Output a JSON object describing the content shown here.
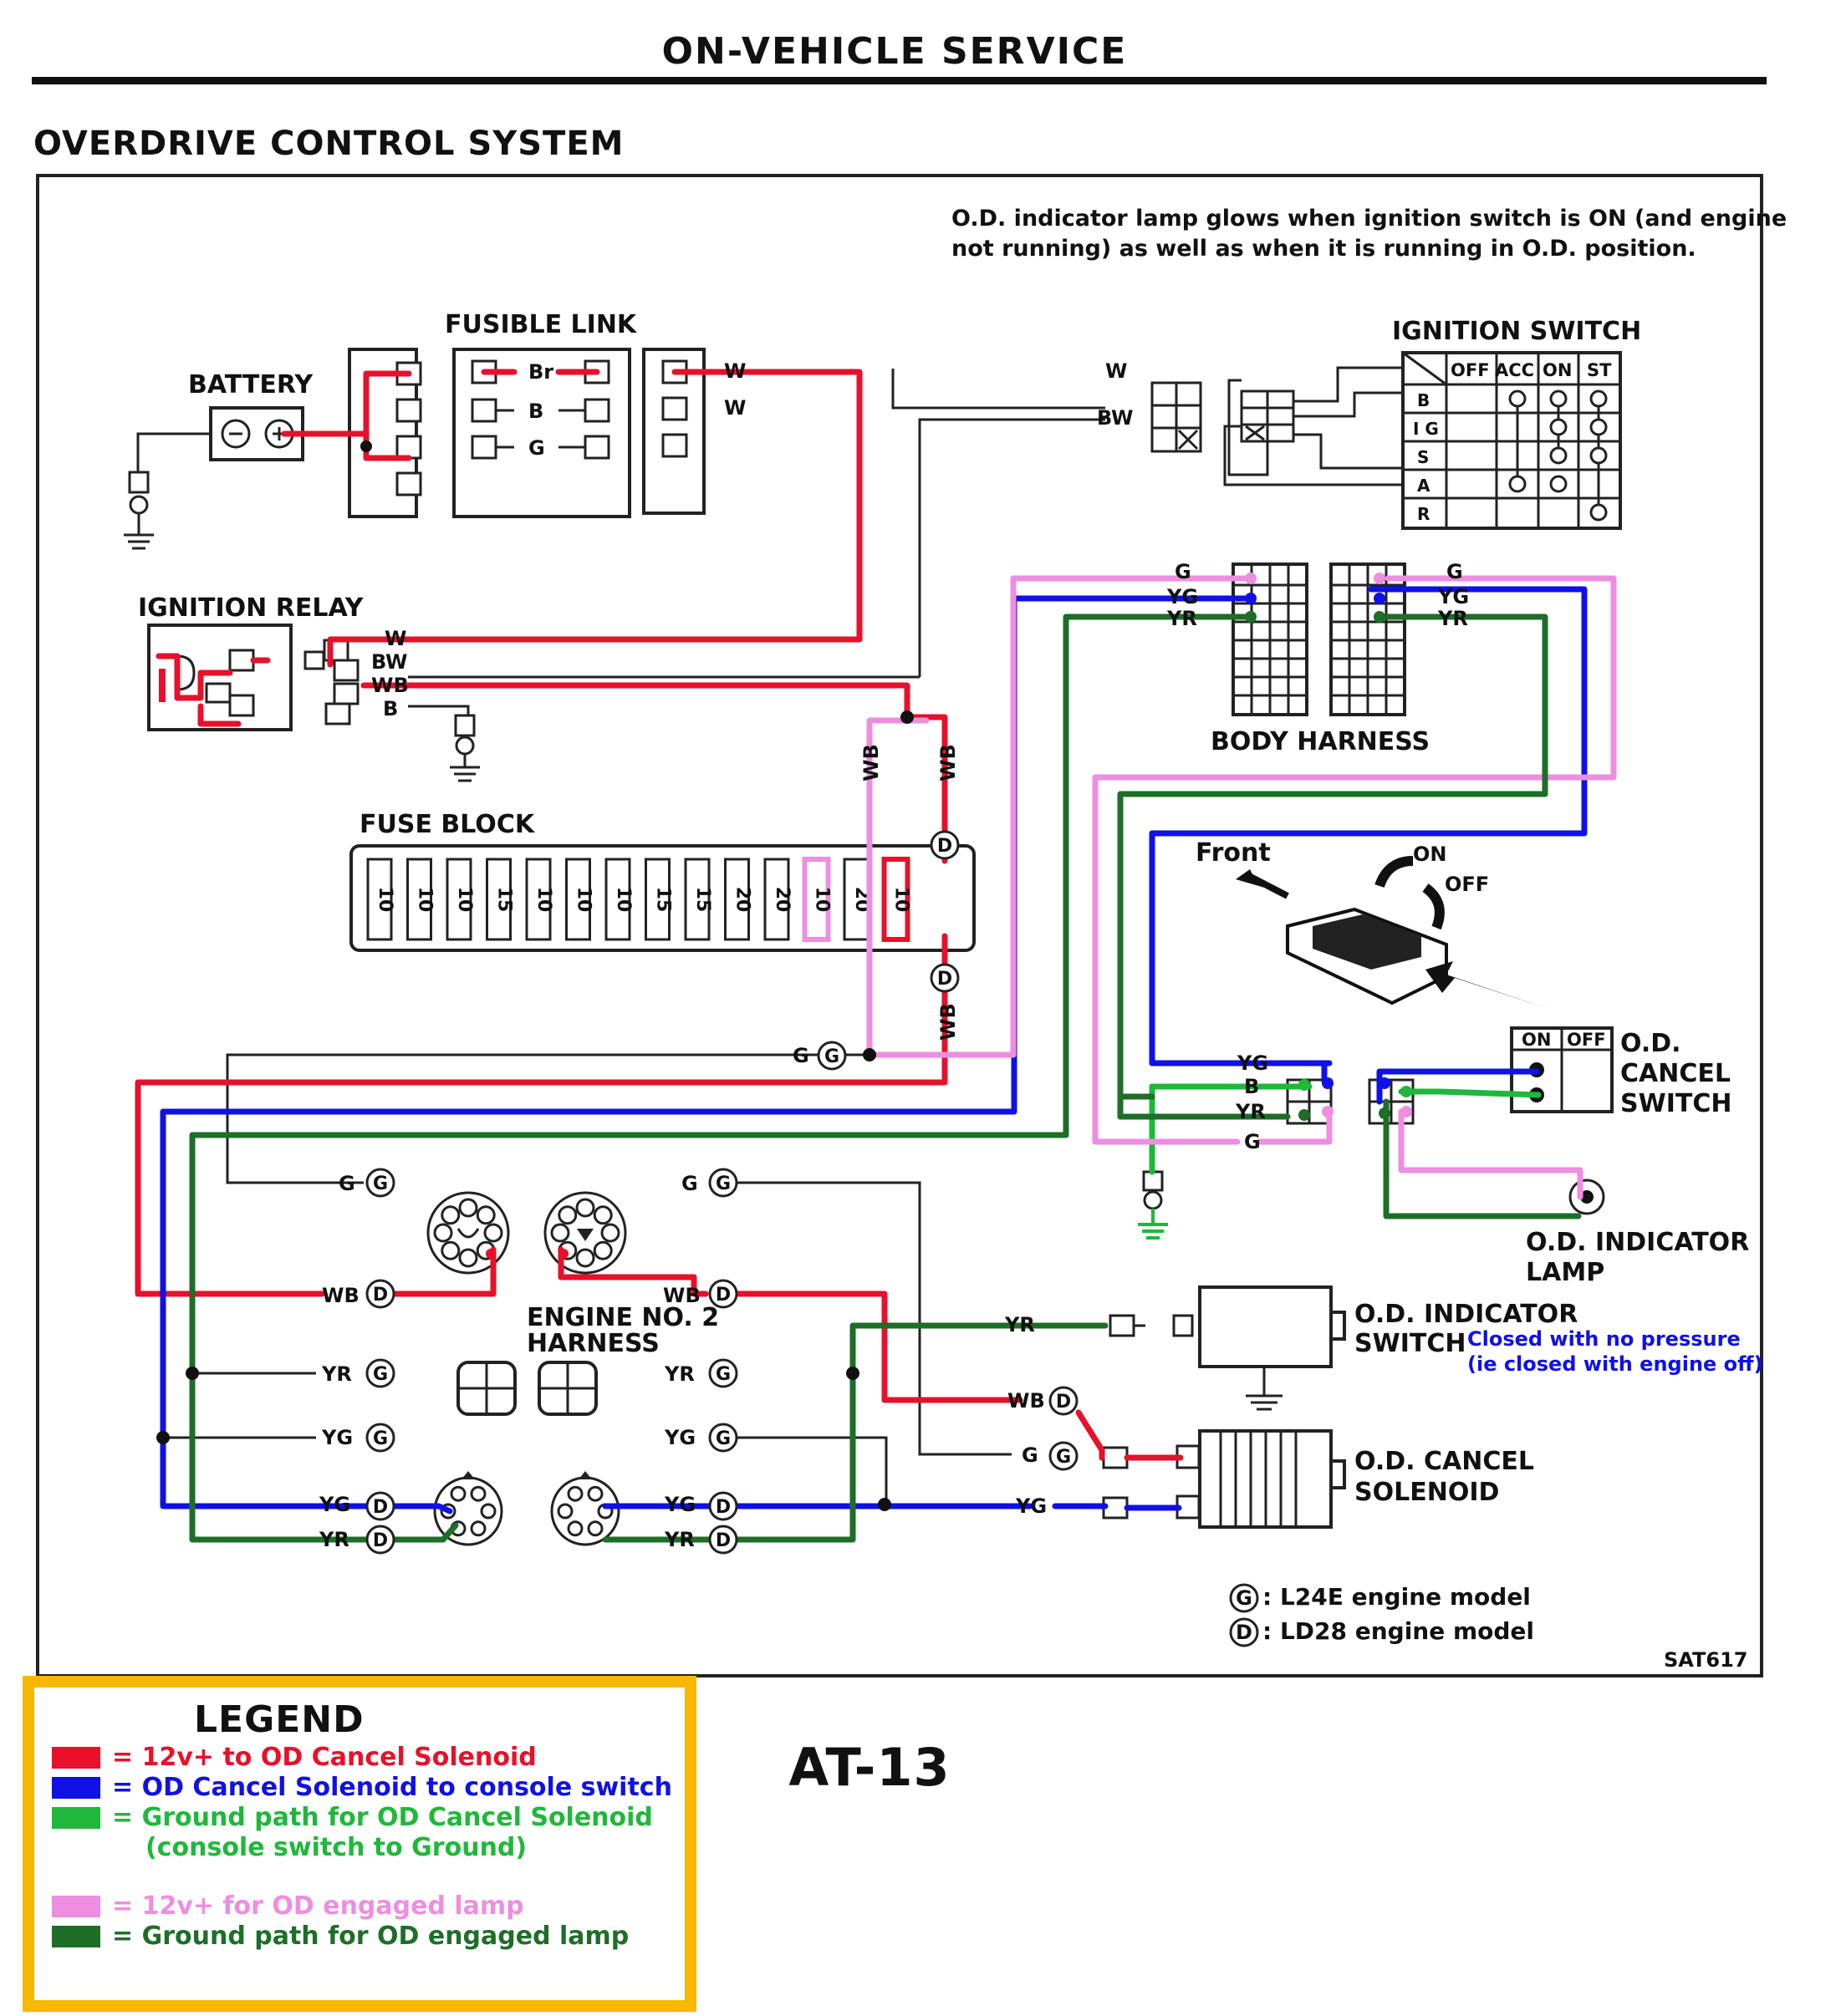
{
  "header": {
    "page_header": "ON-VEHICLE SERVICE",
    "section_title": "OVERDRIVE CONTROL SYSTEM",
    "note_line1": "O.D. indicator lamp glows when ignition switch is ON (and engine",
    "note_line2": "not running) as well as when it is running in O.D. position.",
    "figure_code": "SAT617",
    "page_number": "AT-13"
  },
  "components": {
    "battery": "BATTERY",
    "fusible_link": "FUSIBLE LINK",
    "ignition_switch": "IGNITION SWITCH",
    "ignition_relay": "IGNITION RELAY",
    "fuse_block": "FUSE BLOCK",
    "body_harness": "BODY HARNESS",
    "engine_harness_1": "ENGINE NO. 2",
    "engine_harness_2": "HARNESS",
    "front": "Front",
    "on": "ON",
    "off": "OFF",
    "od_cancel_switch_1": "O.D.",
    "od_cancel_switch_2": "CANCEL",
    "od_cancel_switch_3": "SWITCH",
    "od_indicator_lamp_1": "O.D. INDICATOR",
    "od_indicator_lamp_2": "LAMP",
    "od_indicator_switch_1": "O.D. INDICATOR",
    "od_indicator_switch_2": "SWITCH",
    "od_indicator_switch_note1": "Closed with no pressure",
    "od_indicator_switch_note2": "(ie closed with engine off)",
    "od_cancel_solenoid_1": "O.D. CANCEL",
    "od_cancel_solenoid_2": "SOLENOID"
  },
  "ignition_switch_table": {
    "columns": [
      "OFF",
      "ACC",
      "ON",
      "ST"
    ],
    "rows": [
      "B",
      "I G",
      "S",
      "A",
      "R"
    ]
  },
  "od_switch_table": {
    "columns": [
      "ON",
      "OFF"
    ]
  },
  "fuses": [
    "10",
    "10",
    "10",
    "15",
    "10",
    "10",
    "10",
    "15",
    "15",
    "20",
    "20",
    "10",
    "20",
    "10"
  ],
  "fusible_link_labels": [
    "Br",
    "B",
    "G"
  ],
  "engine_model_key": [
    {
      "symbol": "G",
      "text": ": L24E engine model"
    },
    {
      "symbol": "D",
      "text": ": LD28 engine model"
    }
  ],
  "wire_codes": {
    "w": "W",
    "bw": "BW",
    "wb": "WB",
    "b": "B",
    "g": "G",
    "yg": "YG",
    "yr": "YR",
    "engine_g": "G",
    "engine_d": "D"
  },
  "legend": {
    "title": "LEGEND",
    "items": [
      {
        "color": "#e8102a",
        "label": "= 12v+ to OD Cancel Solenoid"
      },
      {
        "color": "#1010e8",
        "label": "= OD Cancel Solenoid to console switch"
      },
      {
        "color": "#1fb83a",
        "label": "= Ground path for OD Cancel Solenoid",
        "label2": "(console switch to Ground)"
      },
      {
        "color": "#ee8ee0",
        "label": "= 12v+ for OD engaged lamp"
      },
      {
        "color": "#1e6e28",
        "label": "= Ground path for OD engaged lamp"
      }
    ],
    "border_color": "#f8b800"
  },
  "wire_colors": {
    "red": "#e8102a",
    "blue": "#1010e8",
    "green": "#1fb83a",
    "pink": "#ee8ee0",
    "dark_green": "#1e6e28",
    "black": "#222222"
  }
}
